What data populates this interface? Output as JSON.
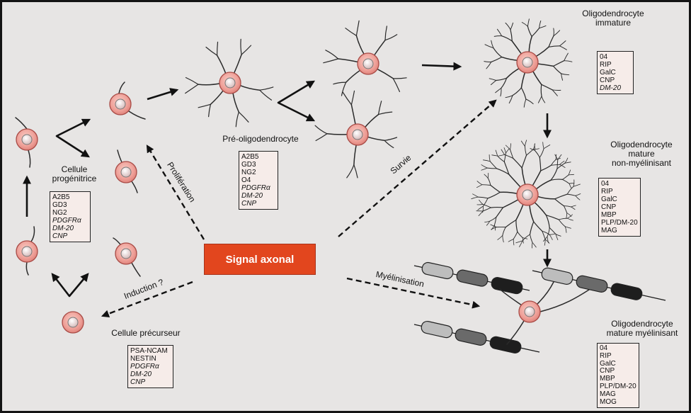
{
  "figure": {
    "signal_label": "Signal axonal",
    "arrow_labels": {
      "proliferation": "Prolifération",
      "survival": "Survie",
      "induction": "Induction ?",
      "myelination": "Myélinisation"
    },
    "stages": {
      "progenitor": {
        "title": [
          "Cellule",
          "progénitrice"
        ],
        "markers": [
          "A2B5",
          "GD3",
          "NG2",
          "PDGFRα",
          "DM-20",
          "CNP"
        ]
      },
      "pre_oligodendrocyte": {
        "title": [
          "Pré-oligodendrocyte"
        ],
        "markers": [
          "A2B5",
          "GD3",
          "NG2",
          "O4",
          "PDGFRα",
          "DM-20",
          "CNP"
        ]
      },
      "immature": {
        "title": [
          "Oligodendrocyte",
          "immature"
        ],
        "markers": [
          "04",
          "RIP",
          "GalC",
          "CNP",
          "DM-20"
        ]
      },
      "mature_non_myelinating": {
        "title": [
          "Oligodendrocyte",
          "mature",
          "non-myélinisant"
        ],
        "markers": [
          "04",
          "RIP",
          "GalC",
          "CNP",
          "MBP",
          "PLP/DM-20",
          "MAG"
        ]
      },
      "mature_myelinating": {
        "title": [
          "Oligodendrocyte",
          "mature myélinisant"
        ],
        "markers": [
          "04",
          "RIP",
          "GalC",
          "CNP",
          "MBP",
          "PLP/DM-20",
          "MAG",
          "MOG"
        ]
      },
      "precursor": {
        "title": [
          "Cellule précurseur"
        ],
        "markers": [
          "PSA-NCAM",
          "NESTIN",
          "PDGFRα",
          "DM-20",
          "CNP"
        ]
      }
    }
  },
  "colors": {
    "background": "#e7e5e4",
    "signal_box": "#e2461e",
    "marker_box": "#f6ece9",
    "myelin_light": "#bdbdbd",
    "myelin_dark": "#6a6a6a",
    "myelin_black": "#1e1e1e"
  }
}
